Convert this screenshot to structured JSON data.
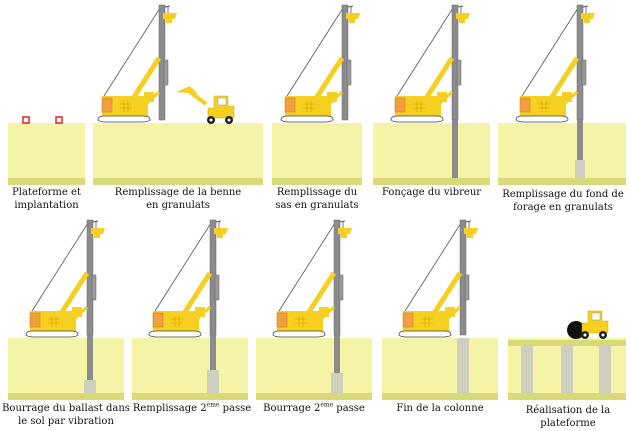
{
  "colors": {
    "ground": "#f5f3a6",
    "ground_band": "#d9d97a",
    "crane": "#f5d020",
    "cab": "#f0a040",
    "mast": "#8c8c8c",
    "column": "#cfcfc0"
  },
  "steps": [
    {
      "label": "Plateforme et implantation"
    },
    {
      "label": "Remplissage de la benne en granulats"
    },
    {
      "label": "Remplissage du sas en granulats"
    },
    {
      "label": "Fonçage du vibreur"
    },
    {
      "label": "Remplissage du fond de forage en granulats"
    },
    {
      "label": "Bourrage du ballast dans le sol par vibration"
    },
    {
      "label_pre": "Remplissage 2",
      "label_sup": "ème",
      "label_post": " passe"
    },
    {
      "label_pre": "Bourrage 2",
      "label_sup": "ème",
      "label_post": " passe"
    },
    {
      "label": "Fin de la colonne"
    },
    {
      "label": "Réalisation de la plateforme"
    }
  ]
}
